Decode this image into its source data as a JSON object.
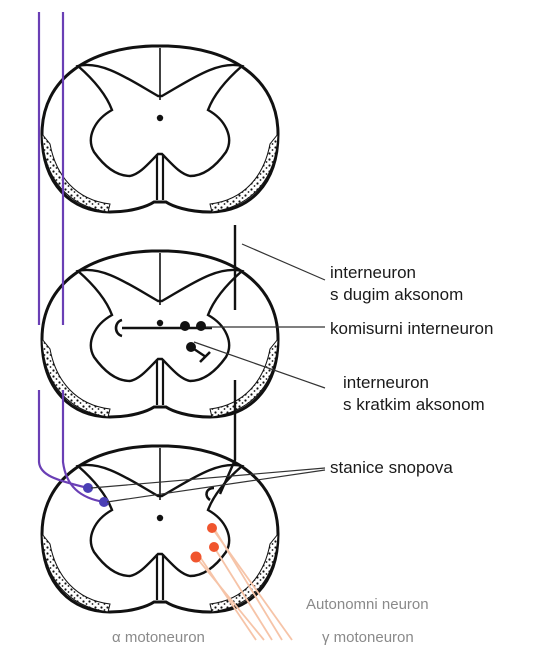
{
  "labels": {
    "long_axon_line1": "interneuron",
    "long_axon_line2": "s dugim aksonom",
    "commissural": "komisurni interneuron",
    "short_axon_line1": "interneuron",
    "short_axon_line2": "s kratkim aksonom",
    "tract_cells": "stanice snopova",
    "autonomic": "Autonomni neuron",
    "alpha_motoneuron": "α motoneuron",
    "gamma_motoneuron": "γ motoneuron"
  },
  "colors": {
    "outline": "#111111",
    "tract_fibers": "#6a3fb5",
    "motoneuron": "#f0552e",
    "motor_axons": "#f6c4a8",
    "leader_lines": "#333333",
    "muted_text": "#8a8a8a"
  }
}
